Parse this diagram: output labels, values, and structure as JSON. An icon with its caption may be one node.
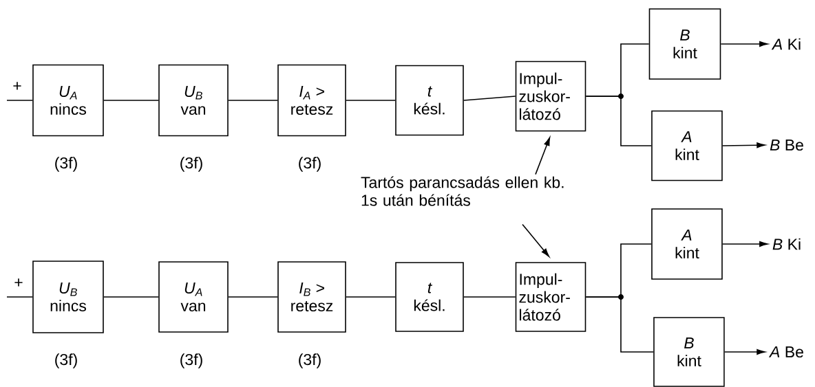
{
  "diagram": {
    "nodes": [
      {
        "text": [
          "U$_{A}$",
          "nincs"
        ],
        "beside": [
          "(3f)"
        ]
      },
      {
        "text": [
          "U$_{B}$",
          "van"
        ],
        "beside": [
          "(3f)"
        ]
      },
      {
        "text": [
          "I$_{A}$ >",
          "retesz"
        ],
        "beside": [
          "(3f)"
        ]
      },
      {
        "text": [
          "t",
          "késl."
        ]
      },
      {
        "text": [
          "Impul- zuskor- látozó"
        ]
      },
      {
        "text": [
          "B",
          "kint"
        ]
      },
      {
        "text": [
          "A",
          "kint"
        ]
      },
      {
        "text": [
          "*A* Ki"
        ]
      },
      {
        "text": [
          "*B* Be"
        ]
      },
      {
        "text": [
          "Tartós parancsadás ellen kb. 1s után bénítás"
        ]
      },
      {
        "text": [
          "U$_{B}$",
          "nincs"
        ],
        "beside": [
          "(3f)"
        ]
      },
      {
        "text": [
          "U$_{A}$",
          "van"
        ],
        "beside": [
          "(3f)"
        ]
      },
      {
        "text": [
          "I$_{B}$ >",
          "retesz"
        ],
        "beside": [
          "(3f)"
        ]
      },
      {
        "text": [
          "t",
          "késl."
        ]
      },
      {
        "text": [
          "Impul- zuskor- látozó"
        ]
      },
      {
        "text": [
          "A",
          "kint"
        ]
      },
      {
        "text": [
          "B",
          "kint"
        ]
      },
      {
        "text": [
          "*B* Ki"
        ]
      },
      {
        "text": [
          "*A* Be"
        ]
      }
    ],
    "edges": [
      {
        "from": null,
        "to": 0,
        "arrow": "none"
      },
      {
        "from": 0,
        "to": 1,
        "arrow": "none"
      },
      {
        "from": 1,
        "to": 2,
        "arrow": "none"
      },
      {
        "from": 2,
        "to": 3,
        "arrow": "none"
      },
      {
        "from": 3,
        "to": 4,
        "arrow": "none"
      },
      {
        "from": 4,
        "to": 5,
        "arrow": "none"
      },
      {
        "from": 4,
        "to": 6,
        "arrow": "none"
      },
      {
        "from": 5,
        "to": 7,
        "arrow": "to"
      },
      {
        "from": 6,
        "to": 8,
        "arrow": "to"
      },
      {
        "from": 9,
        "to": 4,
        "arrow": "to"
      },
      {
        "from": 9,
        "to": 14,
        "arrow": "to"
      },
      {
        "from": null,
        "to": 10,
        "arrow": "none"
      },
      {
        "from": 10,
        "to": 11,
        "arrow": "none"
      },
      {
        "from": 11,
        "to": 12,
        "arrow": "none"
      },
      {
        "from": 12,
        "to": 13,
        "arrow": "none"
      },
      {
        "from": 13,
        "to": 14,
        "arrow": "none"
      },
      {
        "from": 14,
        "to": 15,
        "arrow": "none"
      },
      {
        "from": 14,
        "to": 16,
        "arrow": "none"
      },
      {
        "from": 15,
        "to": 17,
        "arrow": "to"
      },
      {
        "from": 16,
        "to": 18,
        "arrow": "to"
      }
    ],
    "labels": [
      "+",
      "+"
    ]
  }
}
